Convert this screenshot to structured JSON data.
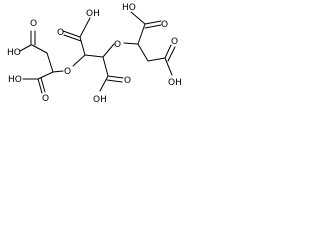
{
  "structure": {
    "labels": {
      "left_top_acid_oh": "HO",
      "left_top_acid_o": "O",
      "left_bottom_acid_oh": "HO",
      "left_bottom_acid_o": "O",
      "ether_left_o": "O",
      "center_top_acid_oh": "OH",
      "center_top_acid_o": "O",
      "center_bottom_acid_o": "O",
      "center_bottom_acid_oh": "OH",
      "ether_right_o": "O",
      "right_top_acid_ho": "HO",
      "right_top_acid_o": "O",
      "right_bottom_acid_o": "O",
      "right_bottom_acid_oh": "OH"
    },
    "colors": {
      "bond": "#000000",
      "text": "#000000",
      "background": "#ffffff"
    }
  }
}
